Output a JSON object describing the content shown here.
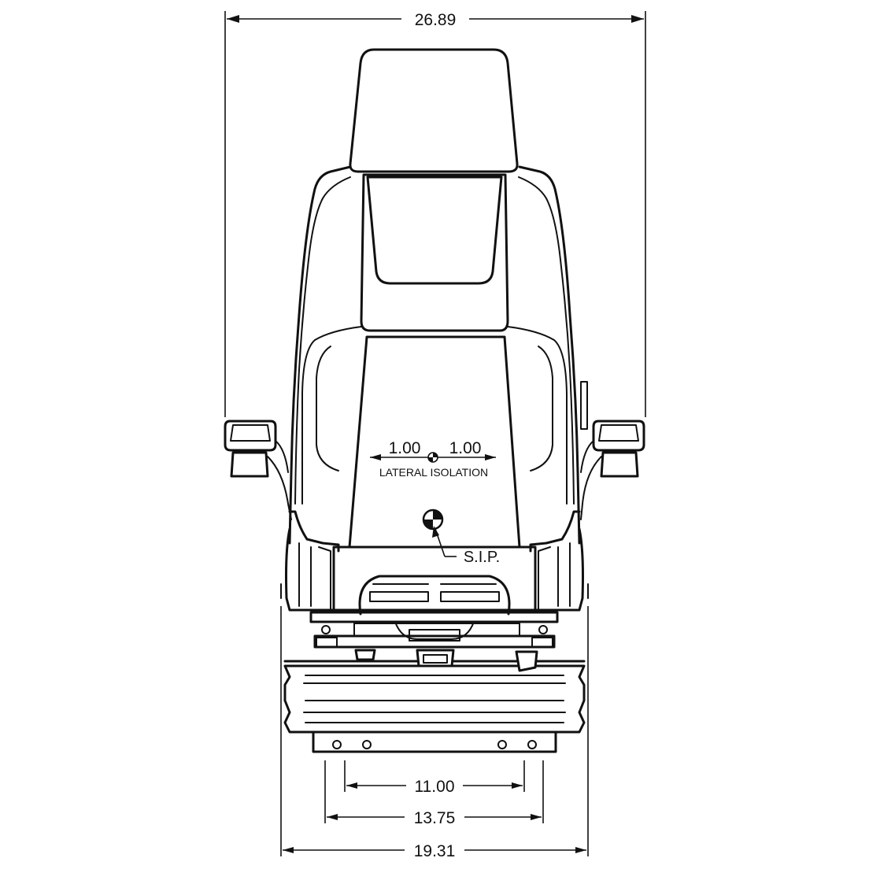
{
  "dimensions": {
    "overall_width": "26.89",
    "base_width": "19.31",
    "mount_outer": "13.75",
    "mount_inner": "11.00",
    "lateral_left": "1.00",
    "lateral_right": "1.00"
  },
  "labels": {
    "lateral_isolation": "LATERAL ISOLATION",
    "sip": "S.I.P."
  },
  "colors": {
    "line": "#111111",
    "background": "#ffffff"
  }
}
